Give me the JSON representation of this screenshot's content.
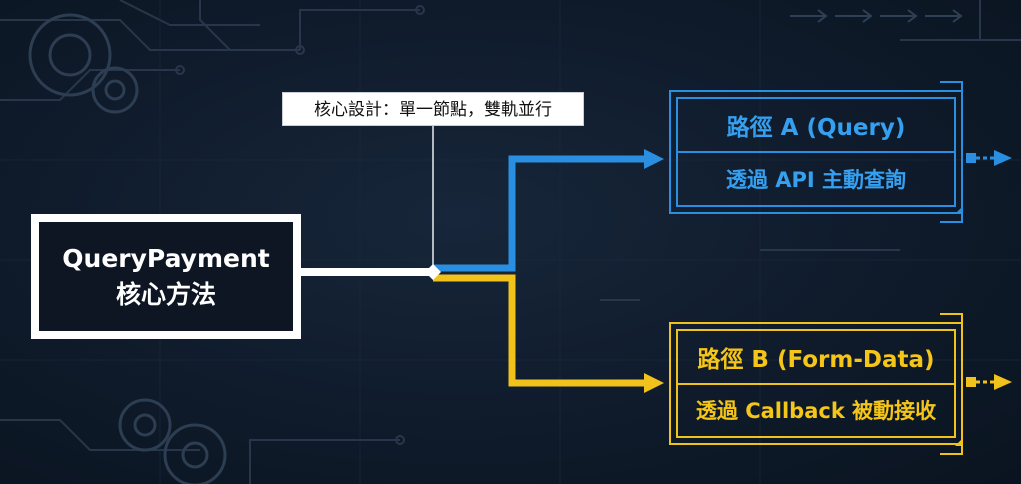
{
  "core": {
    "line1": "QueryPayment",
    "line2": "核心方法"
  },
  "callout": {
    "text": "核心設計：單一節點，雙軌並行"
  },
  "path_a": {
    "title": "路徑 A (Query)",
    "subtitle": "透過 API 主動查詢",
    "color": "#2a8fe0"
  },
  "path_b": {
    "title": "路徑 B (Form-Data)",
    "subtitle": "透過 Callback 被動接收",
    "color": "#f1c21b"
  },
  "colors": {
    "background": "#0f1b2b",
    "core_border": "#ffffff",
    "circuit": "#2b3a4f"
  },
  "icons": {
    "background": "gear-icon",
    "arrows": "arrow-right-icon"
  }
}
